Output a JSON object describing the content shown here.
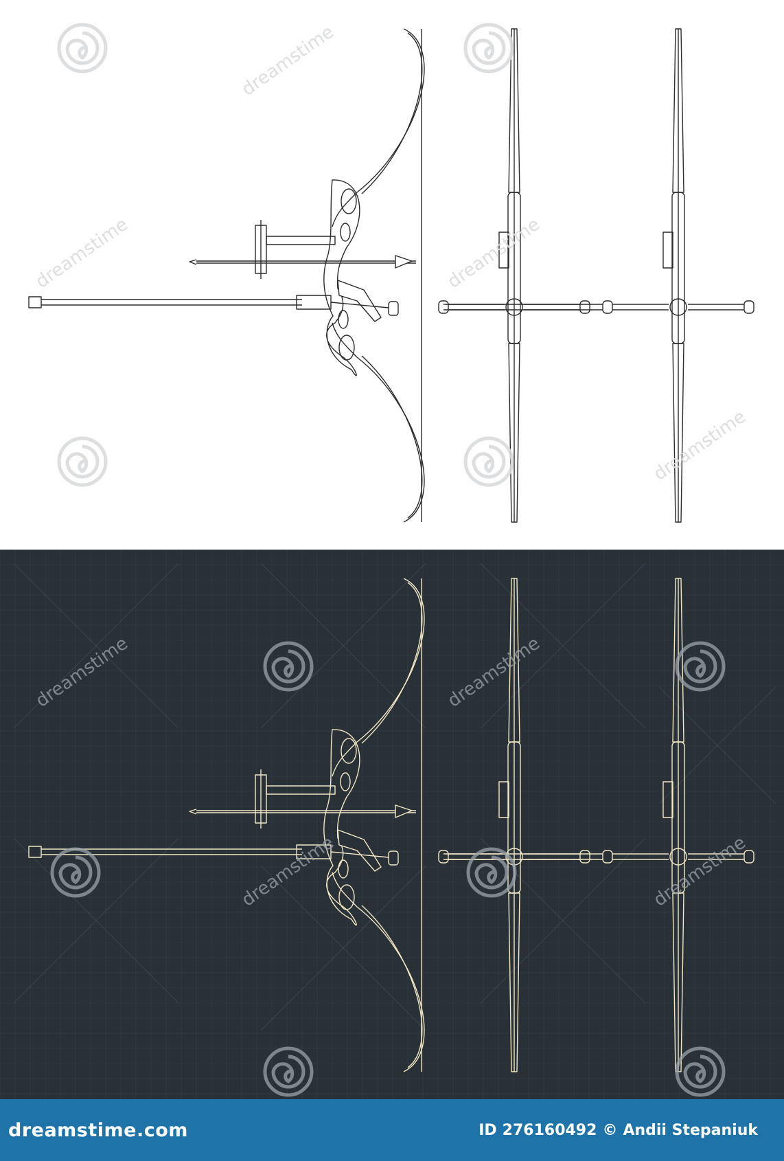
{
  "colors": {
    "light_bg": "#ffffff",
    "light_line": "#2a2a2a",
    "dark_bg": "#293137",
    "dark_line": "#f3e8c8",
    "dark_grid": "#33404a",
    "watermark_light": "#d9dbdd",
    "watermark_dark": "#9aa3aa",
    "footer_bg": "#1e73a8"
  },
  "watermark": {
    "text": "dreamstime"
  },
  "footer": {
    "site": "dreamstime.com",
    "id_label": "ID",
    "id_value": "276160492",
    "copyright_symbol": "©",
    "author": "Andii Stepaniuk"
  }
}
